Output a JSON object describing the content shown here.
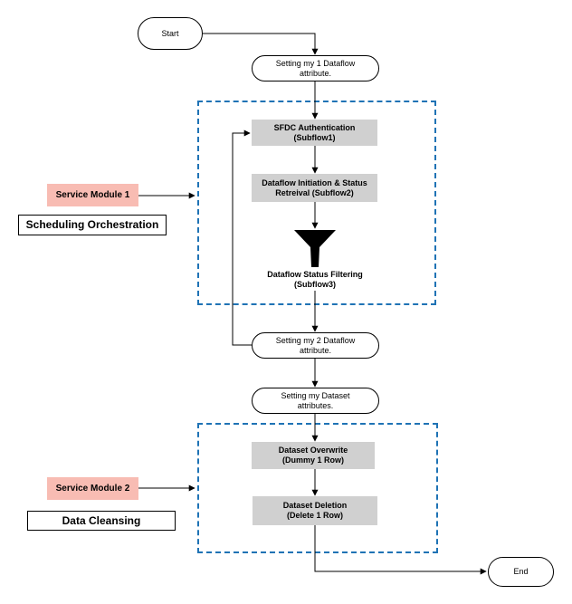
{
  "colors": {
    "group_border": "#1f73b5",
    "process_fill": "#d0d0d0",
    "module_fill": "#f8bcb3",
    "line": "#000000"
  },
  "nodes": {
    "start": "Start",
    "setting_1": [
      "Setting my 1 Dataflow",
      "attribute."
    ],
    "sfdc_auth": [
      "SFDC Authentication",
      "(Subflow1)"
    ],
    "dataflow_init": [
      "Dataflow Initiation & Status",
      "Retreival (Subflow2)"
    ],
    "filter_icon": "funnel-icon",
    "status_filtering": [
      "Dataflow Status Filtering",
      "(Subflow3)"
    ],
    "setting_2": [
      "Setting my 2 Dataflow",
      "attribute."
    ],
    "setting_dataset": [
      "Setting my Dataset",
      "attributes."
    ],
    "dataset_overwrite": [
      "Dataset Overwrite",
      "(Dummy 1 Row)"
    ],
    "dataset_deletion": [
      "Dataset Deletion",
      "(Delete 1 Row)"
    ],
    "end": "End"
  },
  "modules": {
    "module_1": "Service Module 1",
    "section_1": "Scheduling Orchestration",
    "module_2": "Service Module 2",
    "section_2": "Data Cleansing"
  }
}
